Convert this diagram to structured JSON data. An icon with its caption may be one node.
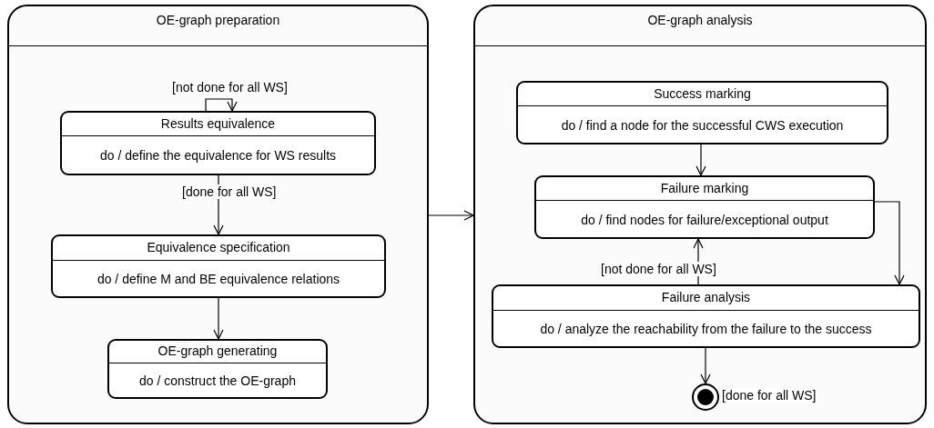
{
  "diagram": {
    "nodes": [
      {
        "text": [
          "OE-graph preparation"
        ]
      },
      {
        "text": [
          "Results equivalence",
          "do / define the equivalence for WS results"
        ],
        "in": 0
      },
      {
        "text": [
          "Equivalence specification",
          "do / define M and BE equivalence relations"
        ],
        "in": 0
      },
      {
        "text": [
          "OE-graph generating",
          "do / construct the OE-graph"
        ],
        "in": 0
      },
      {
        "text": [
          "OE-graph analysis"
        ]
      },
      {
        "text": [
          "Success marking",
          "do / find a node for  the successful CWS execution"
        ],
        "in": 4
      },
      {
        "text": [
          "Failure marking",
          "do / find nodes for failure/exceptional output"
        ],
        "in": 4
      },
      {
        "text": [
          "Failure analysis",
          "do / analyze the reachability from the failure to the success"
        ],
        "in": 4
      },
      {
        "text": [],
        "shape": "circle",
        "in": 4
      }
    ],
    "edges": [
      {
        "from": 1,
        "to": 1,
        "arrow": "to",
        "label": "[not done for all WS]"
      },
      {
        "from": 1,
        "to": 2,
        "arrow": "to",
        "label": "[done for all WS]"
      },
      {
        "from": 2,
        "to": 3,
        "arrow": "to"
      },
      {
        "from": 0,
        "to": 4,
        "arrow": "to"
      },
      {
        "from": 5,
        "to": 6,
        "arrow": "to"
      },
      {
        "from": 6,
        "to": 7,
        "arrow": "to"
      },
      {
        "from": 7,
        "to": 6,
        "arrow": "to",
        "label": "[not done for all WS]"
      },
      {
        "from": 7,
        "to": 8,
        "arrow": "to",
        "label": "[done for all WS]"
      }
    ]
  }
}
